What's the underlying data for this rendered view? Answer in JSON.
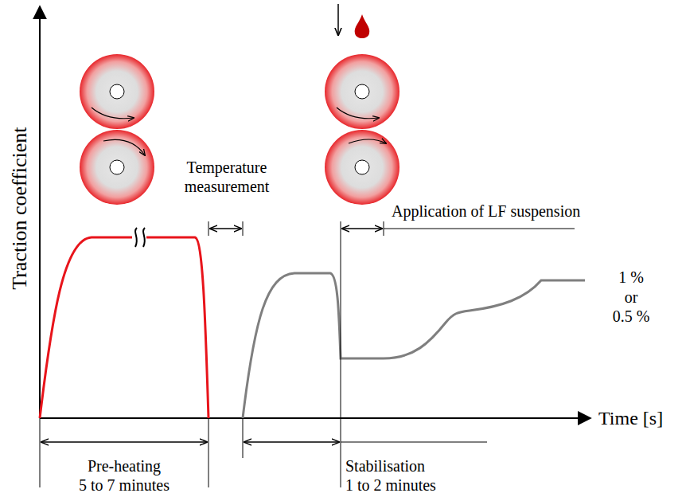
{
  "diagram": {
    "labels": [
      "Traction coefficient",
      "Temperature measurement",
      "Application of LF suspension",
      "1 %",
      "or",
      "0.5 %",
      "Time [s]",
      "Pre-heating",
      "5 to 7 minutes",
      "Stabilisation",
      "1 to 2 minutes"
    ]
  }
}
